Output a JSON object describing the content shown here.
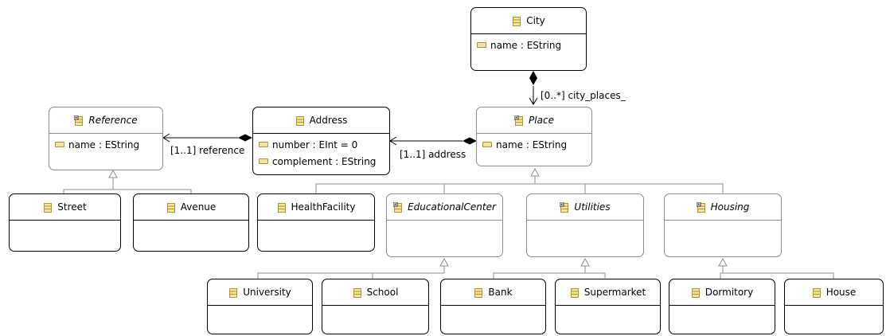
{
  "classes": {
    "city": {
      "name": "City",
      "abstract": false,
      "attrs": [
        "name : EString"
      ]
    },
    "place": {
      "name": "Place",
      "abstract": true,
      "attrs": [
        "name : EString"
      ]
    },
    "address": {
      "name": "Address",
      "abstract": false,
      "attrs": [
        "number : EInt = 0",
        "complement : EString"
      ]
    },
    "reference": {
      "name": "Reference",
      "abstract": true,
      "attrs": [
        "name : EString"
      ]
    },
    "street": {
      "name": "Street",
      "abstract": false,
      "attrs": []
    },
    "avenue": {
      "name": "Avenue",
      "abstract": false,
      "attrs": []
    },
    "healthfacility": {
      "name": "HealthFacility",
      "abstract": false,
      "attrs": []
    },
    "educationalcenter": {
      "name": "EducationalCenter",
      "abstract": true,
      "attrs": []
    },
    "utilities": {
      "name": "Utilities",
      "abstract": true,
      "attrs": []
    },
    "housing": {
      "name": "Housing",
      "abstract": true,
      "attrs": []
    },
    "university": {
      "name": "University",
      "abstract": false,
      "attrs": []
    },
    "school": {
      "name": "School",
      "abstract": false,
      "attrs": []
    },
    "bank": {
      "name": "Bank",
      "abstract": false,
      "attrs": []
    },
    "supermarket": {
      "name": "Supermarket",
      "abstract": false,
      "attrs": []
    },
    "dormitory": {
      "name": "Dormitory",
      "abstract": false,
      "attrs": []
    },
    "house": {
      "name": "House",
      "abstract": false,
      "attrs": []
    }
  },
  "references": {
    "city_places": "[0..*] city_places_",
    "address": "[1..1] address",
    "reference": "[1..1] reference"
  },
  "colors": {
    "icon_fill": "#f2e4a6",
    "icon_border": "#b0951f",
    "abstract_border": "#8c8c8c",
    "line": "#8c8c8c"
  }
}
